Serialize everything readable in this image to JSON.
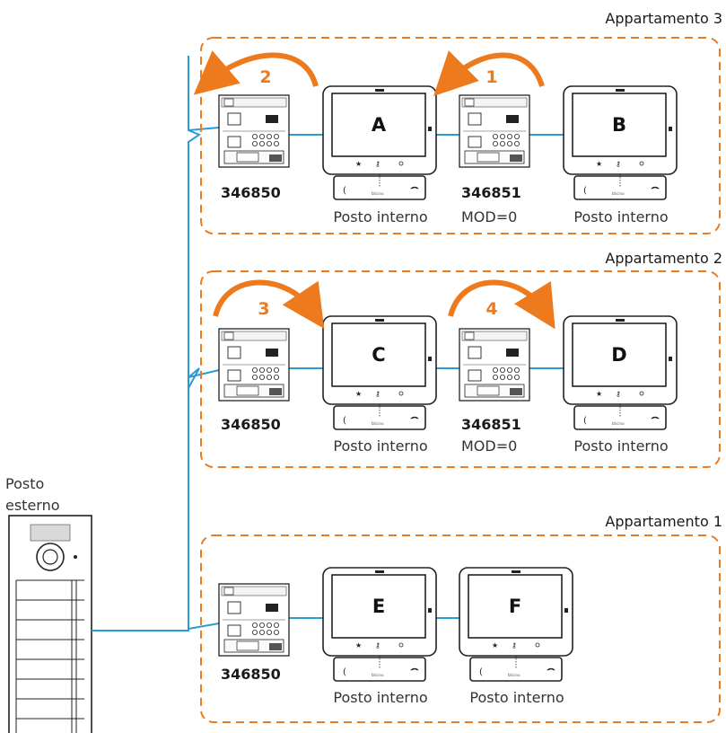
{
  "colors": {
    "accent": "#ee7a1e",
    "wire": "#2b9bd3",
    "device_stroke": "#222222"
  },
  "outdoor_station": {
    "label_line1": "Posto",
    "label_line2": "esterno"
  },
  "apartments": [
    {
      "title": "Appartamento 3",
      "devices": [
        {
          "kind": "interface",
          "code": "346850",
          "sub": ""
        },
        {
          "kind": "monitor",
          "screen": "A",
          "caption": "Posto interno"
        },
        {
          "kind": "interface",
          "code": "346851",
          "sub": "MOD=0"
        },
        {
          "kind": "monitor",
          "screen": "B",
          "caption": "Posto interno"
        }
      ],
      "arrows": [
        {
          "number": "2"
        },
        {
          "number": "1"
        }
      ]
    },
    {
      "title": "Appartamento 2",
      "devices": [
        {
          "kind": "interface",
          "code": "346850",
          "sub": ""
        },
        {
          "kind": "monitor",
          "screen": "C",
          "caption": "Posto interno"
        },
        {
          "kind": "interface",
          "code": "346851",
          "sub": "MOD=0"
        },
        {
          "kind": "monitor",
          "screen": "D",
          "caption": "Posto interno"
        }
      ],
      "arrows": [
        {
          "number": "3"
        },
        {
          "number": "4"
        }
      ]
    },
    {
      "title": "Appartamento 1",
      "devices": [
        {
          "kind": "interface",
          "code": "346850",
          "sub": ""
        },
        {
          "kind": "monitor",
          "screen": "E",
          "caption": "Posto interno"
        },
        {
          "kind": "monitor",
          "screen": "F",
          "caption": "Posto interno"
        }
      ],
      "arrows": []
    }
  ]
}
